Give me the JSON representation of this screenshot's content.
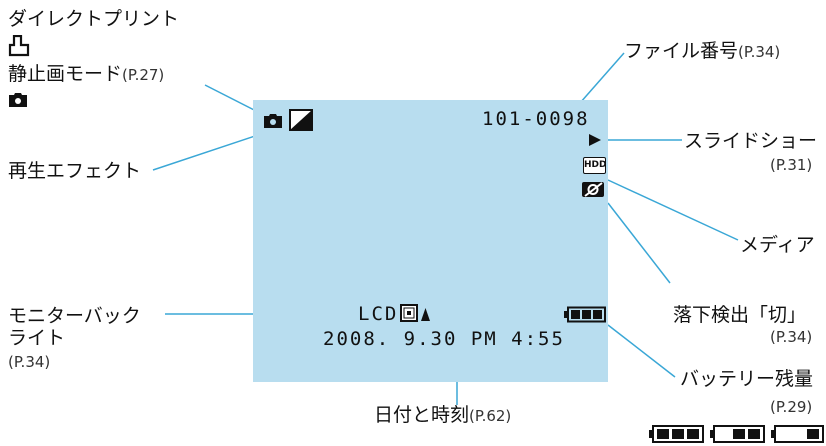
{
  "labels": {
    "direct_print": "ダイレクトプリント",
    "still_mode": "静止画モード",
    "still_mode_ref": "(P.27)",
    "playback_effect": "再生エフェクト",
    "monitor_backlight_1": "モニターバック",
    "monitor_backlight_2": "ライト",
    "monitor_backlight_ref": "(P.34)",
    "file_number": "ファイル番号",
    "file_number_ref": "(P.34)",
    "slideshow": "スライドショー",
    "slideshow_ref": "(P.31)",
    "media": "メディア",
    "drop_detect": "落下検出「切」",
    "drop_detect_ref": "(P.34)",
    "battery": "バッテリー残量",
    "battery_ref": "(P.29)",
    "date_time": "日付と時刻",
    "date_time_ref": "(P.62)"
  },
  "screen": {
    "file_no": "101-0098",
    "lcd": "LCD",
    "date": "2008. 9.30 PM 4:55",
    "hdd": "HDD"
  },
  "icons": {
    "print": "print-icon",
    "camera": "camera-icon",
    "effect": "effect-icon",
    "play": "play-icon",
    "hdd": "hdd-icon",
    "drop": "drop-detect-off-icon",
    "backlight": "backlight-icon",
    "battery": "battery-icon"
  },
  "colors": {
    "screen_bg": "#b8ddef",
    "leader_line": "#3aa7d6"
  }
}
